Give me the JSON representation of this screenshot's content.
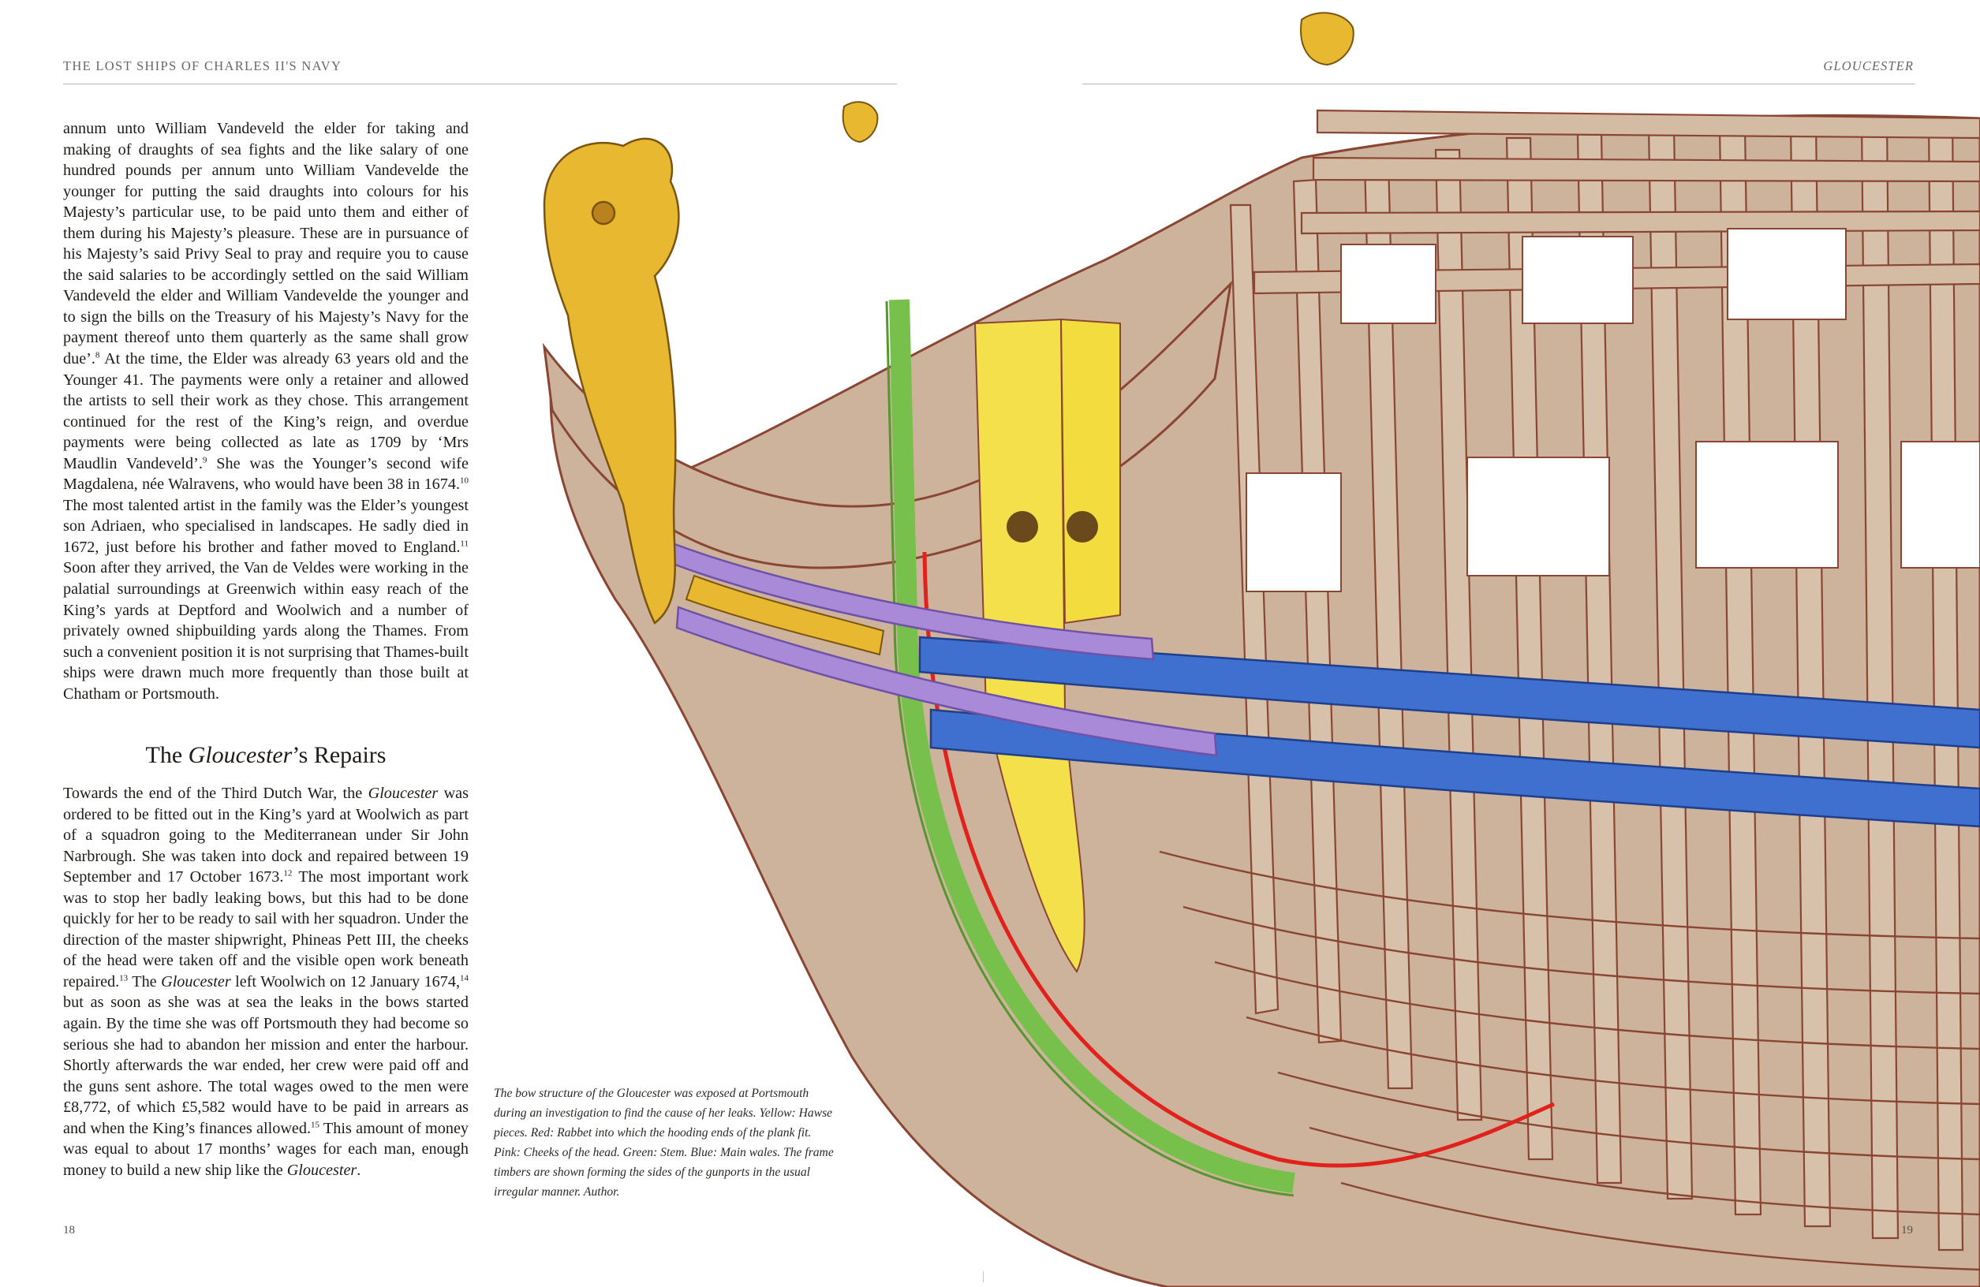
{
  "header": {
    "left": "THE LOST SHIPS OF CHARLES II'S NAVY",
    "right": "GLOUCESTER"
  },
  "folios": {
    "left": "18",
    "right": "19"
  },
  "column1": {
    "text": "annum unto William Vandeveld the elder for taking and making of draughts of sea fights and the like salary of one hundred pounds per annum unto William Vandevelde the younger for putting the said draughts into colours for his Majesty’s particular use, to be paid unto them and either of them during his Majesty’s pleasure. These are in pursuance of his Majesty’s said Privy Seal to pray and require you to cause the said salaries to be accordingly settled on the said William Vandeveld the elder and William Vandevelde the younger and to sign the bills on the Treasury of his Majesty’s Navy for the payment thereof unto them quarterly as the same shall grow due’.",
    "fn8": "8",
    "text2": " At the time, the Elder was already 63 years old and the Younger 41. The payments were only a retainer and allowed the artists to sell their work as they chose. This arrangement continued for the rest of the King’s reign, and overdue payments were being collected as late as 1709 by ‘Mrs Maudlin Vandeveld’.",
    "fn9": "9",
    "text3": " She was the Younger’s second wife Magdalena, née Walravens, who would have been 38 in 1674.",
    "fn10": "10",
    "text4": " The most talented artist in the family was the Elder’s youngest son Adriaen, who specialised in landscapes. He sadly died in 1672, just before his brother and father moved to England.",
    "fn11": "11",
    "text5": " Soon after they arrived, the Van de Veldes were working in the palatial surroundings at Greenwich within easy reach of the King’s yards at Deptford and Woolwich and a number of privately owned shipbuilding yards along the Thames. From such a convenient position it is not surprising that Thames-built ships were drawn much more frequently than those built at Chatham or Portsmouth."
  },
  "section": {
    "heading_pre": "The ",
    "heading_italic": "Gloucester",
    "heading_post": "’s Repairs"
  },
  "column2": {
    "p1": "Towards the end of the Third Dutch War, the ",
    "p1_italic": "Gloucester",
    "p2": " was ordered to be fitted out in the King’s yard at Woolwich as part of a squadron going to the Mediterranean under Sir John Narbrough. She was taken into dock and repaired between 19 September and 17 October 1673.",
    "fn12": "12",
    "p3": " The most important work was to stop her badly leaking bows, but this had to be done quickly for her to be ready to sail with her squadron. Under the direction of the master shipwright, Phineas Pett III, the cheeks of the head were taken off and the visible open work beneath repaired.",
    "fn13": "13",
    "p4": " The ",
    "p4_italic": "Gloucester",
    "p5": " left Woolwich on 12 January 1674,",
    "fn14": "14",
    "p6": " but as soon as she was at sea the leaks in the bows started again. By the time she was off Portsmouth they had become so serious she had to abandon her mission and enter the harbour. Shortly afterwards the war ended, her crew were paid off and the guns sent ashore. The total wages owed to the men were £8,772, of which £5,582 would have to be paid in arrears as and when the King’s finances allowed.",
    "fn15": "15",
    "p7": " This amount of money was equal to about 17 months’ wages for each man, enough money to build a new ship like the ",
    "p7_italic": "Gloucester",
    "p8": "."
  },
  "caption": {
    "text": "The bow structure of the Gloucester was exposed at Portsmouth during an investigation to find the cause of her leaks. Yellow: Hawse pieces. Red: Rabbet into which the hooding ends of the plank fit. Pink: Cheeks of the head. Green: Stem. Blue: Main wales. The frame timbers are shown forming the sides of the gunports in the usual irregular manner. Author."
  },
  "illustration": {
    "colors": {
      "timber_fill": "#cdb39b",
      "timber_line": "#8a4632",
      "hawse_yellow": "#f4e04a",
      "rabbet_red": "#e2201c",
      "cheeks_pink": "#a98ad8",
      "stem_green": "#77c04c",
      "wales_blue": "#3f6fcf",
      "gilt": "#e8b830"
    }
  }
}
